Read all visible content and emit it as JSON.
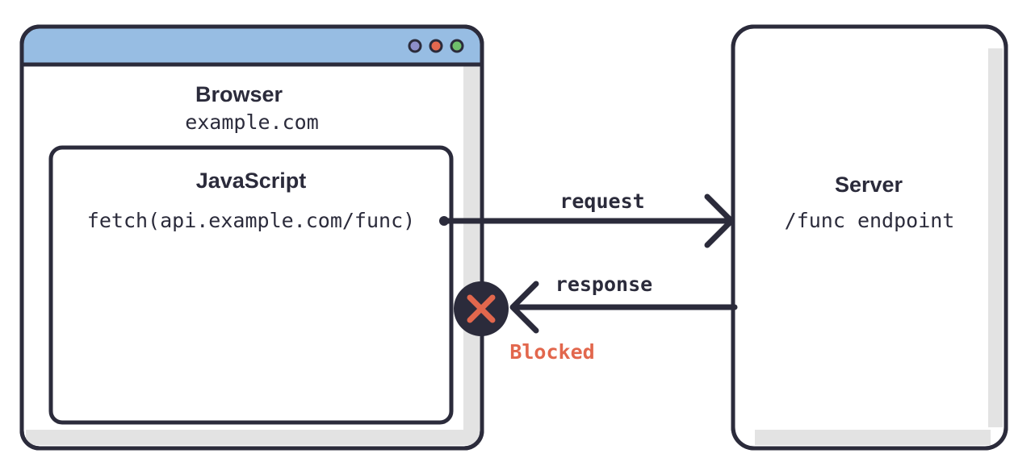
{
  "browser": {
    "title": "Browser",
    "domain": "example.com",
    "window_dots": [
      "#8d8ec9",
      "#e4684f",
      "#6fbf6b"
    ],
    "titlebar_color": "#97bde3",
    "javascript": {
      "title": "JavaScript",
      "code": "fetch(api.example.com/func)"
    }
  },
  "server": {
    "title": "Server",
    "endpoint": "/func endpoint"
  },
  "arrows": {
    "request_label": "request",
    "response_label": "response",
    "blocked_label": "Blocked"
  },
  "colors": {
    "outline": "#2b2b3b",
    "blocked": "#e2674d",
    "shadow": "#e3e3e3"
  }
}
